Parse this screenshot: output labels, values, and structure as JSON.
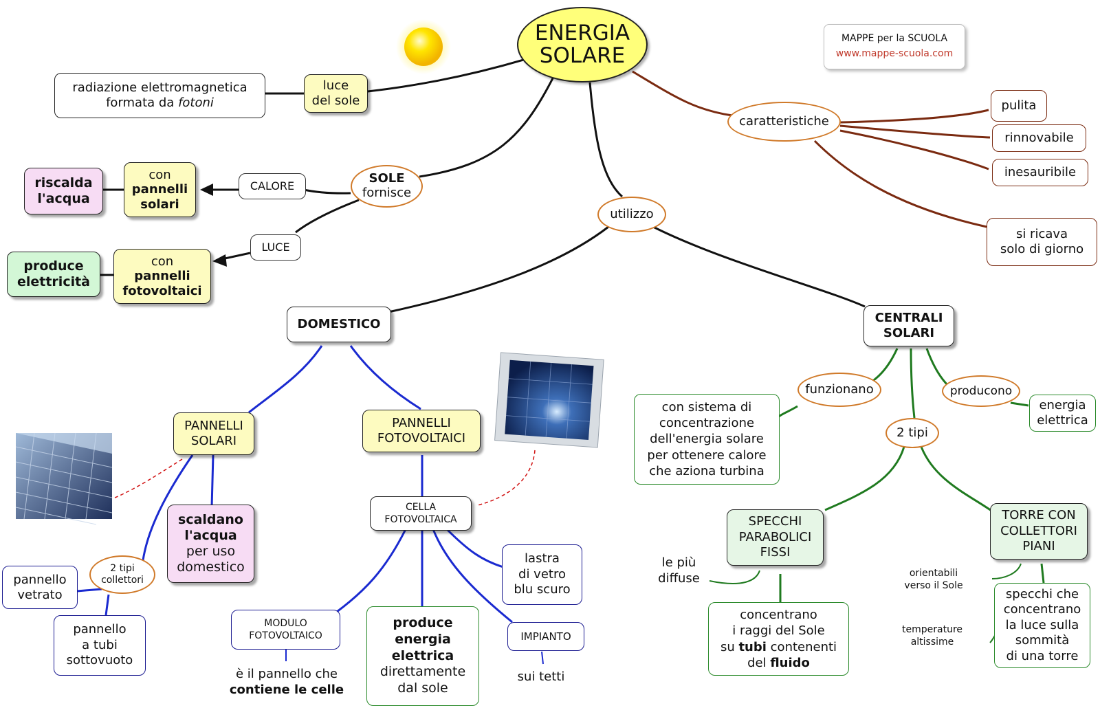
{
  "center": {
    "line1": "ENERGIA",
    "line2": "SOLARE"
  },
  "brand": {
    "line1": "MAPPE per la SCUOLA",
    "line2": "www.mappe-scuola.com",
    "url_color": "#c0392b"
  },
  "luce_sole": {
    "line1": "luce",
    "line2": "del sole"
  },
  "radiazione": {
    "line1": "radiazione elettromagnetica",
    "line2a": "formata da ",
    "line2b": "fotoni"
  },
  "sole_fornisce": {
    "line1": "SOLE",
    "line2": "fornisce"
  },
  "calore": "CALORE",
  "luce": "LUCE",
  "con_pannelli_solari": {
    "line1": "con",
    "line2": "pannelli",
    "line3": "solari"
  },
  "riscalda": {
    "line1": "riscalda",
    "line2": "l'acqua"
  },
  "con_pannelli_fotovoltaici": {
    "line1": "con",
    "line2": "pannelli",
    "line3": "fotovoltaici"
  },
  "produce_elettricita": {
    "line1": "produce",
    "line2": "elettricità"
  },
  "caratteristiche": {
    "label": "caratteristiche",
    "items": [
      "pulita",
      "rinnovabile",
      "inesauribile"
    ],
    "giorno": {
      "line1": "si ricava",
      "line2": "solo di giorno"
    }
  },
  "utilizzo": "utilizzo",
  "domestico": "DOMESTICO",
  "centrali": {
    "line1": "CENTRALI",
    "line2": "SOLARI"
  },
  "pannelli_solari": {
    "line1": "PANNELLI",
    "line2": "SOLARI"
  },
  "pannelli_fotovoltaici": {
    "line1": "PANNELLI",
    "line2": "FOTOVOLTAICI"
  },
  "scaldano": {
    "line1": "scaldano",
    "line2": "l'acqua",
    "line3": "per uso",
    "line4": "domestico"
  },
  "due_tipi_collettori": {
    "line1": "2 tipi",
    "line2": "collettori"
  },
  "pannello_vetrato": {
    "line1": "pannello",
    "line2": "vetrato"
  },
  "pannello_tubi": {
    "line1": "pannello",
    "line2": "a tubi",
    "line3": "sottovuoto"
  },
  "cella": {
    "line1": "CELLA",
    "line2": "FOTOVOLTAICA"
  },
  "lastra": {
    "line1": "lastra",
    "line2": "di vetro",
    "line3": "blu scuro"
  },
  "modulo": {
    "line1": "MODULO",
    "line2": "FOTOVOLTAICO"
  },
  "modulo_desc": {
    "line1": "è il pannello che",
    "line2": "contiene le celle"
  },
  "produce_energia": {
    "line1": "produce",
    "line2": "energia",
    "line3": "elettrica",
    "line4": "direttamente",
    "line5": "dal sole"
  },
  "impianto": "IMPIANTO",
  "sui_tetti": "sui tetti",
  "funzionano": "funzionano",
  "producono": "producono",
  "energia_elettrica": {
    "line1": "energia",
    "line2": "elettrica"
  },
  "sistema": {
    "line1": "con sistema di",
    "line2": "concentrazione",
    "line3": "dell'energia solare",
    "line4": "per ottenere calore",
    "line5": "che aziona turbina"
  },
  "due_tipi": "2 tipi",
  "specchi_parabolici": {
    "line1": "SPECCHI",
    "line2": "PARABOLICI",
    "line3": "FISSI"
  },
  "torre": {
    "line1": "TORRE CON",
    "line2": "COLLETTORI",
    "line3": "PIANI"
  },
  "piu_diffuse": {
    "line1": "le più",
    "line2": "diffuse"
  },
  "concentrano": {
    "line1": "concentrano",
    "line2": "i raggi del Sole",
    "line3a": "su ",
    "line3b": "tubi",
    "line3c": " contenenti",
    "line4a": "del ",
    "line4b": "fluido"
  },
  "orientabili": {
    "line1": "orientabili",
    "line2": "verso il Sole"
  },
  "temperature": {
    "line1": "temperature",
    "line2": "altissime"
  },
  "specchi_torre": {
    "line1": "specchi che",
    "line2": "concentrano",
    "line3": "la luce sulla",
    "line4": "sommità",
    "line5": "di una torre"
  },
  "colors": {
    "black_link": "#111111",
    "brown_link": "#7a2a10",
    "blue_link": "#1a2ad0",
    "green_link": "#1f7a1f",
    "oval_border": "#d07a2a",
    "red_dashed": "#d01010"
  }
}
